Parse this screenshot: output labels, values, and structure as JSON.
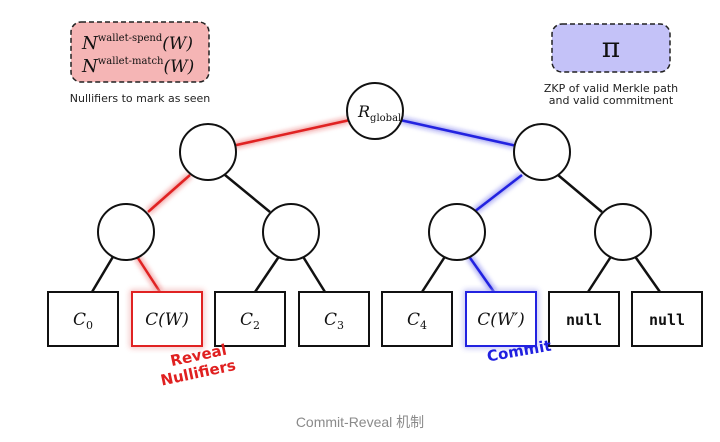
{
  "nullifier_box": {
    "line1_base": "N",
    "line1_sup": "wallet-spend",
    "line1_arg": "(W)",
    "line2_base": "N",
    "line2_sup": "wallet-match",
    "line2_arg": "(W)",
    "caption": "Nullifiers to mark as seen",
    "fill_color": "#f5b5b5"
  },
  "proof_box": {
    "symbol": "π",
    "caption_line1": "ZKP of valid Merkle path",
    "caption_line2": "and valid commitment",
    "fill_color": "#c4c2f8"
  },
  "root": {
    "base": "R",
    "sub": "global"
  },
  "leaves": [
    {
      "base": "C",
      "sub": "0",
      "arg": "",
      "style": "math",
      "highlight": "none"
    },
    {
      "base": "C",
      "sub": "",
      "arg": "(W)",
      "style": "math",
      "highlight": "red"
    },
    {
      "base": "C",
      "sub": "2",
      "arg": "",
      "style": "math",
      "highlight": "none"
    },
    {
      "base": "C",
      "sub": "3",
      "arg": "",
      "style": "math",
      "highlight": "none"
    },
    {
      "base": "C",
      "sub": "4",
      "arg": "",
      "style": "math",
      "highlight": "none"
    },
    {
      "base": "C",
      "sub": "",
      "arg": "(W′)",
      "style": "math",
      "highlight": "blue"
    },
    {
      "base": "null",
      "sub": "",
      "arg": "",
      "style": "mono",
      "highlight": "none"
    },
    {
      "base": "null",
      "sub": "",
      "arg": "",
      "style": "mono",
      "highlight": "none"
    }
  ],
  "annotations": {
    "reveal_line1": "Reveal",
    "reveal_line2": "Nullifiers",
    "commit": "Commit",
    "reveal_color": "#e02020",
    "commit_color": "#2020e0"
  },
  "caption": "Commit-Reveal 机制"
}
